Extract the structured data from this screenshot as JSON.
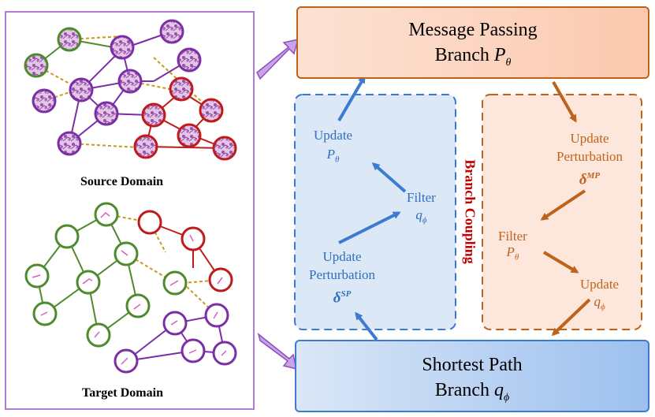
{
  "domains": {
    "source_label": "Source Domain",
    "target_label": "Target Domain"
  },
  "top_branch": {
    "line1": "Message Passing",
    "line2": "Branch",
    "symbol": "P",
    "sub": "θ"
  },
  "bottom_branch": {
    "line1": "Shortest Path",
    "line2": "Branch",
    "symbol": "q",
    "sub": "ϕ"
  },
  "coupling_label": "Branch Coupling",
  "left_box": {
    "update_p": {
      "text": "Update",
      "symbol": "P",
      "sub": "θ"
    },
    "filter_q": {
      "text": "Filter",
      "symbol": "q",
      "sub": "ϕ"
    },
    "update_perturbation": {
      "line1": "Update",
      "line2": "Perturbation",
      "symbol": "δ",
      "sup": "SP"
    }
  },
  "right_box": {
    "update_perturbation": {
      "line1": "Update",
      "line2": "Perturbation",
      "symbol": "δ",
      "sup": "MP"
    },
    "filter_p": {
      "text": "Filter",
      "symbol": "P",
      "sub": "θ"
    },
    "update_q": {
      "text": "Update",
      "symbol": "q",
      "sub": "ϕ"
    }
  },
  "colors": {
    "purple": "#7b2fa6",
    "green": "#4e8a2e",
    "red": "#c01a1a",
    "dashed_link": "#c89a1a",
    "blue_text": "#2e6fbf",
    "orange_text": "#c0631a",
    "coupling_red": "#c00000",
    "frame_purple": "#b07cd6"
  }
}
